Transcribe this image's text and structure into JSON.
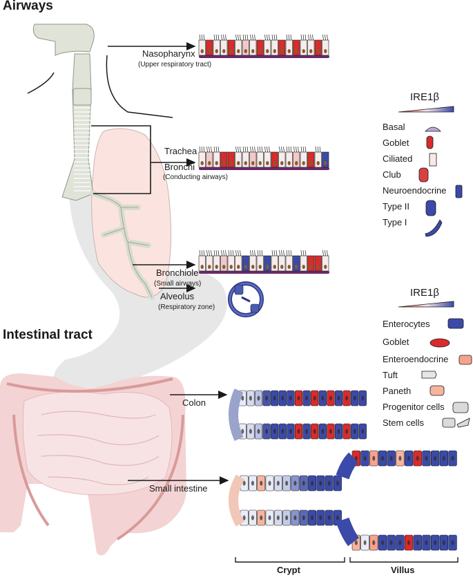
{
  "sections": {
    "airways": "Airways",
    "intestinal": "Intestinal tract"
  },
  "airway_regions": [
    {
      "name": "Nasopharynx",
      "sub": "(Upper respiratory tract)"
    },
    {
      "name": "Trachea",
      "name2": "Bronchi",
      "sub": "(Conducting airways)"
    },
    {
      "name": "Bronchiole",
      "sub": "(Small airways)"
    },
    {
      "name": "Alveolus",
      "sub": "(Respiratory zone)"
    }
  ],
  "gut_regions": [
    {
      "name": "Colon"
    },
    {
      "name": "Small intestine"
    }
  ],
  "legend_airway": {
    "title": "IRE1β",
    "items": [
      "Basal",
      "Goblet",
      "Ciliated",
      "Club",
      "Neuroendocrine",
      "Type II",
      "Type I"
    ]
  },
  "legend_gut": {
    "title": "IRE1β",
    "items": [
      "Enterocytes",
      "Goblet",
      "Enteroendocrine",
      "Tuft",
      "Paneth",
      "Progenitor cells",
      "Stem cells"
    ]
  },
  "brackets": {
    "left": "Crypt",
    "right": "Villus"
  },
  "colors": {
    "high": "#d92b2b",
    "low": "#3b4aa8",
    "light": "#e9ecf6",
    "lung": "#fbe4e0",
    "gut": "#f3d3d3",
    "trachea": "#dfe3d8"
  }
}
